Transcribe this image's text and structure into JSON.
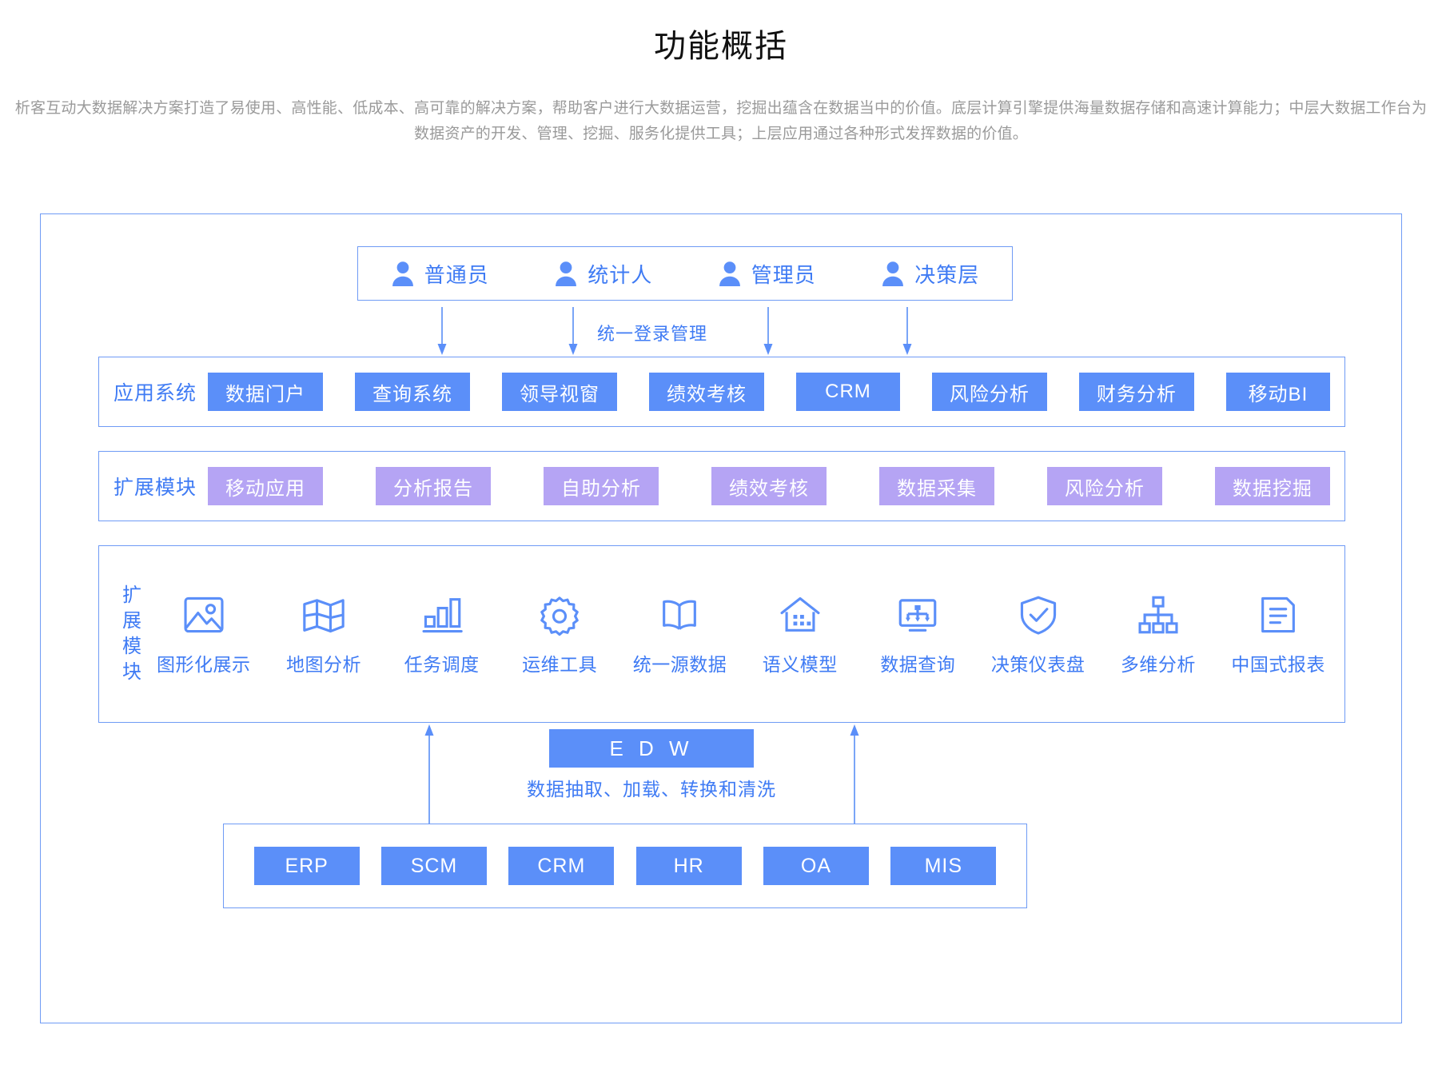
{
  "header": {
    "title": "功能概括",
    "description": "析客互动大数据解决方案打造了易使用、高性能、低成本、高可靠的解决方案，帮助客户进行大数据运营，挖掘出蕴含在数据当中的价值。底层计算引擎提供海量数据存储和高速计算能力；中层大数据工作台为数据资产的开发、管理、挖掘、服务化提供工具；上层应用通过各种形式发挥数据的价值。"
  },
  "colors": {
    "accent_blue": "#5b8ff9",
    "border_blue": "#6f9bf5",
    "text_blue": "#3f7bf4",
    "accent_purple": "#b5a4f4",
    "title_black": "#111111",
    "desc_gray": "#9a9a9a"
  },
  "roles": {
    "items": [
      {
        "label": "普通员",
        "icon": "user-icon"
      },
      {
        "label": "统计人",
        "icon": "user-icon"
      },
      {
        "label": "管理员",
        "icon": "user-icon"
      },
      {
        "label": "决策层",
        "icon": "user-icon"
      }
    ],
    "login_caption": "统一登录管理"
  },
  "app_row": {
    "label": "应用系统",
    "chips": [
      "数据门户",
      "查询系统",
      "领导视窗",
      "绩效考核",
      "CRM",
      "风险分析",
      "财务分析",
      "移动BI"
    ]
  },
  "ext_row": {
    "label": "扩展模块",
    "chips": [
      "移动应用",
      "分析报告",
      "自助分析",
      "绩效考核",
      "数据采集",
      "风险分析",
      "数据挖掘"
    ]
  },
  "icon_panel": {
    "vertical_label": "扩展模块",
    "items": [
      {
        "label": "图形化展示",
        "icon": "image-icon"
      },
      {
        "label": "地图分析",
        "icon": "map-icon"
      },
      {
        "label": "任务调度",
        "icon": "bar-chart-icon"
      },
      {
        "label": "运维工具",
        "icon": "gear-icon"
      },
      {
        "label": "统一源数据",
        "icon": "open-book-icon"
      },
      {
        "label": "语义模型",
        "icon": "house-icon"
      },
      {
        "label": "数据查询",
        "icon": "monitor-flow-icon"
      },
      {
        "label": "决策仪表盘",
        "icon": "shield-check-icon"
      },
      {
        "label": "多维分析",
        "icon": "hierarchy-icon"
      },
      {
        "label": "中国式报表",
        "icon": "document-icon"
      }
    ]
  },
  "edw": {
    "title": "E D W",
    "caption": "数据抽取、加载、转换和清洗"
  },
  "source_systems": {
    "chips": [
      "ERP",
      "SCM",
      "CRM",
      "HR",
      "OA",
      "MIS"
    ]
  }
}
